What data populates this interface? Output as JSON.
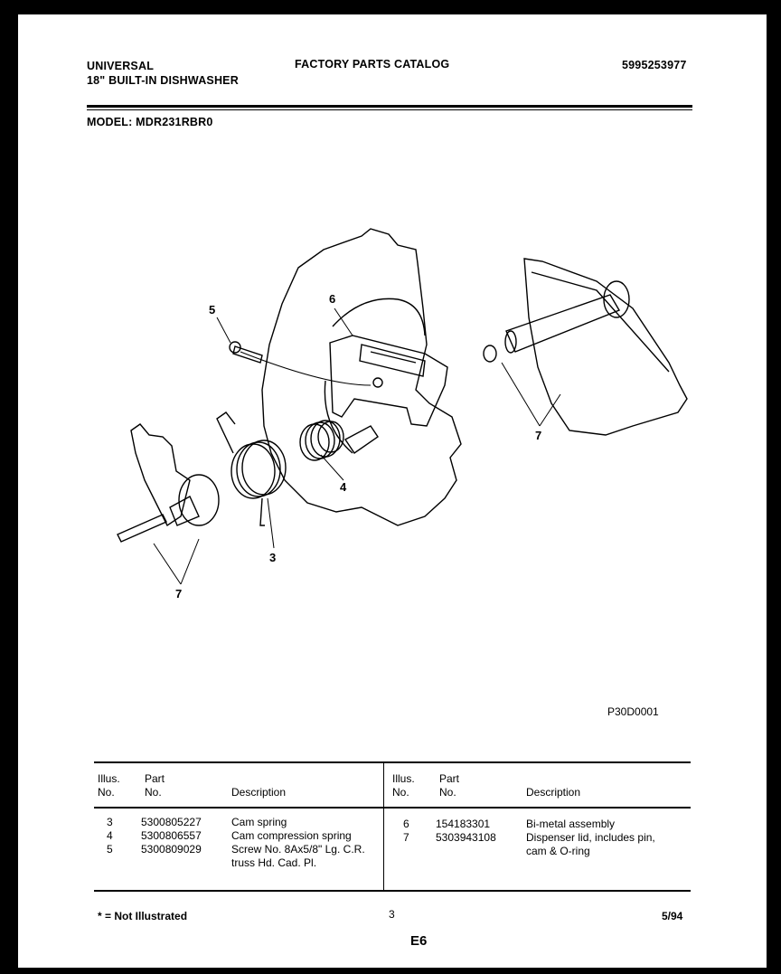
{
  "header": {
    "brand": "UNIVERSAL",
    "product": "18\" BUILT-IN DISHWASHER",
    "catalog": "FACTORY PARTS CATALOG",
    "catalog_number": "5995253977",
    "model": "MODEL: MDR231RBR0"
  },
  "diagram": {
    "callouts": [
      "5",
      "6",
      "7",
      "4",
      "3",
      "7"
    ],
    "code": "P30D0001"
  },
  "table": {
    "headers": {
      "illus": [
        "Illus.",
        "No."
      ],
      "part": [
        "Part",
        "No."
      ],
      "desc": "Description"
    },
    "left_rows": [
      {
        "illus": "3",
        "part": "5300805227",
        "desc": [
          "Cam spring"
        ]
      },
      {
        "illus": "4",
        "part": "5300806557",
        "desc": [
          "Cam compression spring"
        ]
      },
      {
        "illus": "5",
        "part": "5300809029",
        "desc": [
          "Screw No. 8Ax5/8\" Lg. C.R.",
          "truss Hd. Cad. Pl."
        ]
      }
    ],
    "right_rows": [
      {
        "illus": "6",
        "part": "154183301",
        "desc": [
          "Bi-metal assembly"
        ]
      },
      {
        "illus": "7",
        "part": "5303943108",
        "desc": [
          "Dispenser lid, includes pin,",
          "cam & O-ring"
        ]
      }
    ]
  },
  "footer": {
    "note": "* = Not Illustrated",
    "page": "3",
    "date": "5/94",
    "section": "E6"
  }
}
